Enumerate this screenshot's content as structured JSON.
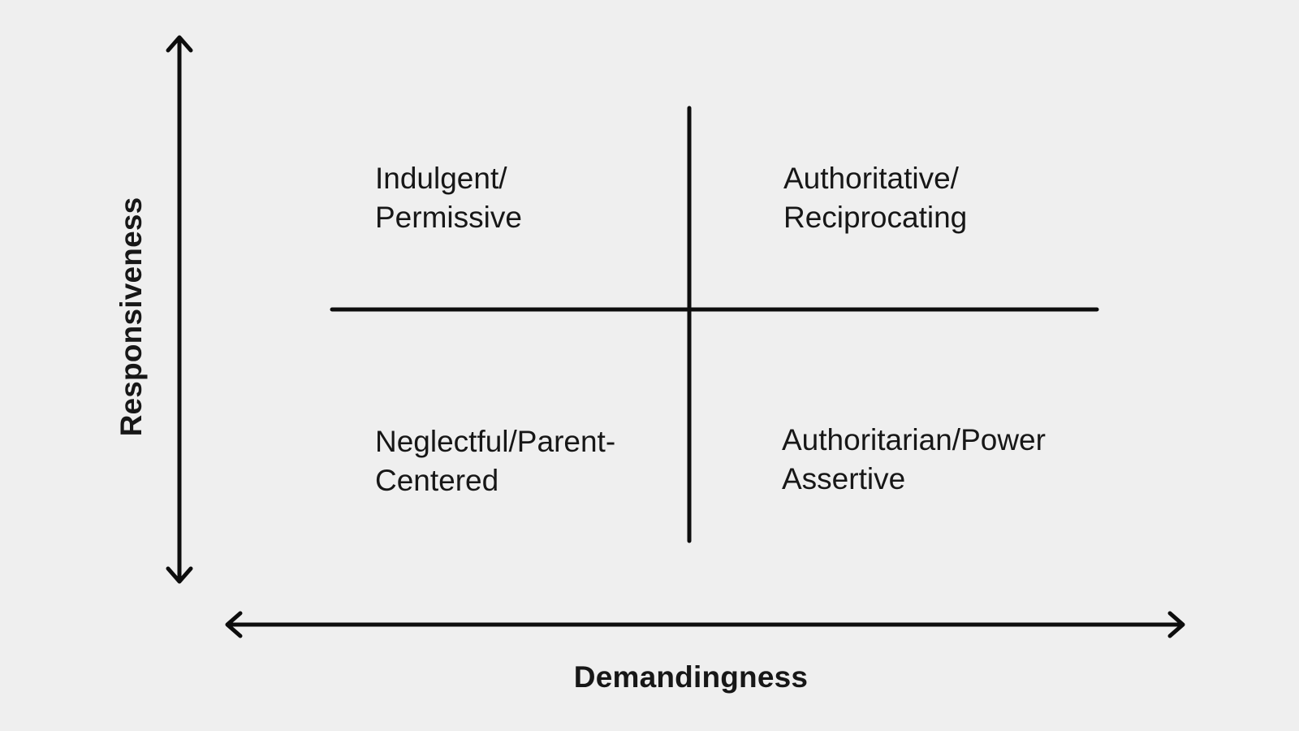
{
  "diagram": {
    "type": "quadrant-matrix",
    "axes": {
      "y_label": "Responsiveness",
      "x_label": "Demandingness"
    },
    "quadrants": {
      "top_left": {
        "line1": "Indulgent/",
        "line2": "Permissive"
      },
      "top_right": {
        "line1": "Authoritative/",
        "line2": "Reciprocating"
      },
      "bottom_left": {
        "line1": "Neglectful/Parent-",
        "line2": "Centered"
      },
      "bottom_right": {
        "line1": "Authoritarian/Power",
        "line2": "Assertive"
      }
    },
    "colors": {
      "background": "#efefef",
      "line": "#0d0d0d",
      "text": "#171717"
    }
  }
}
